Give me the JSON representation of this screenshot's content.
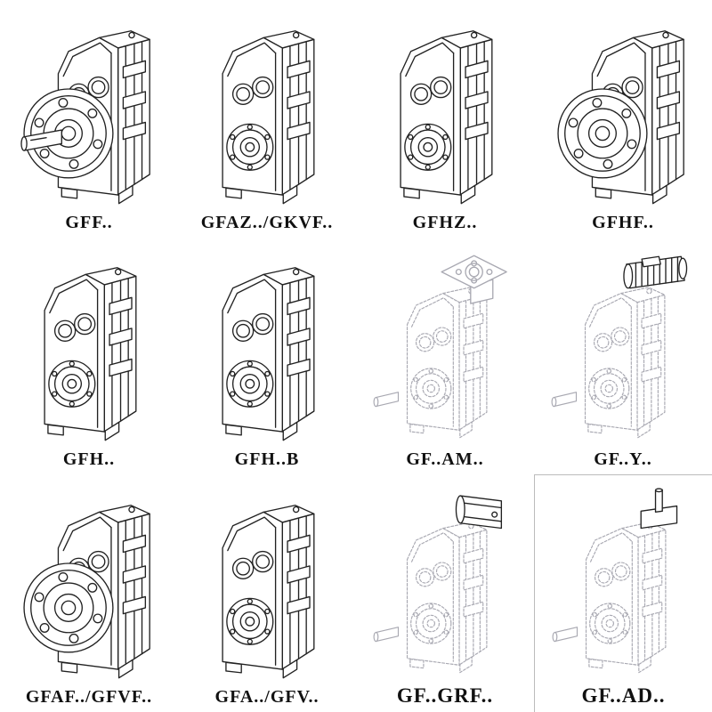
{
  "page": {
    "background": "#ffffff",
    "ink": "#222222",
    "ghost_ink": "#a9a9b2"
  },
  "items": [
    {
      "label": "GFF..",
      "drawing": "gearbox-flange-output-shaft",
      "symbol": "#sym-flange-shaft"
    },
    {
      "label": "GFAZ../GKVF..",
      "drawing": "gearbox-hollow-shaft",
      "symbol": "#sym-hollow"
    },
    {
      "label": "GFHZ..",
      "drawing": "gearbox-hollow-shaft",
      "symbol": "#sym-hollow"
    },
    {
      "label": "GFHF..",
      "drawing": "gearbox-flange-hollow",
      "symbol": "#sym-flange"
    },
    {
      "label": "GFH..",
      "drawing": "gearbox-hollow-shaft",
      "symbol": "#sym-hollow"
    },
    {
      "label": "GFH..B",
      "drawing": "gearbox-hollow-shaft",
      "symbol": "#sym-hollow"
    },
    {
      "label": "GF..AM..",
      "drawing": "gearbox-ghost-iec-adapter",
      "symbol": "#sym-am"
    },
    {
      "label": "GF..Y..",
      "drawing": "gearbox-ghost-motor-mounted",
      "symbol": "#sym-y"
    },
    {
      "label": "GFAF../GFVF..",
      "drawing": "gearbox-flange-hollow",
      "symbol": "#sym-flange"
    },
    {
      "label": "GFA../GFV..",
      "drawing": "gearbox-hollow-shaft",
      "symbol": "#sym-hollow"
    },
    {
      "label": "GF..GRF..",
      "drawing": "gearbox-ghost-gear-adapter",
      "symbol": "#sym-grf"
    },
    {
      "label": "GF..AD..",
      "drawing": "gearbox-ghost-input-shaft",
      "symbol": "#sym-ad"
    }
  ]
}
